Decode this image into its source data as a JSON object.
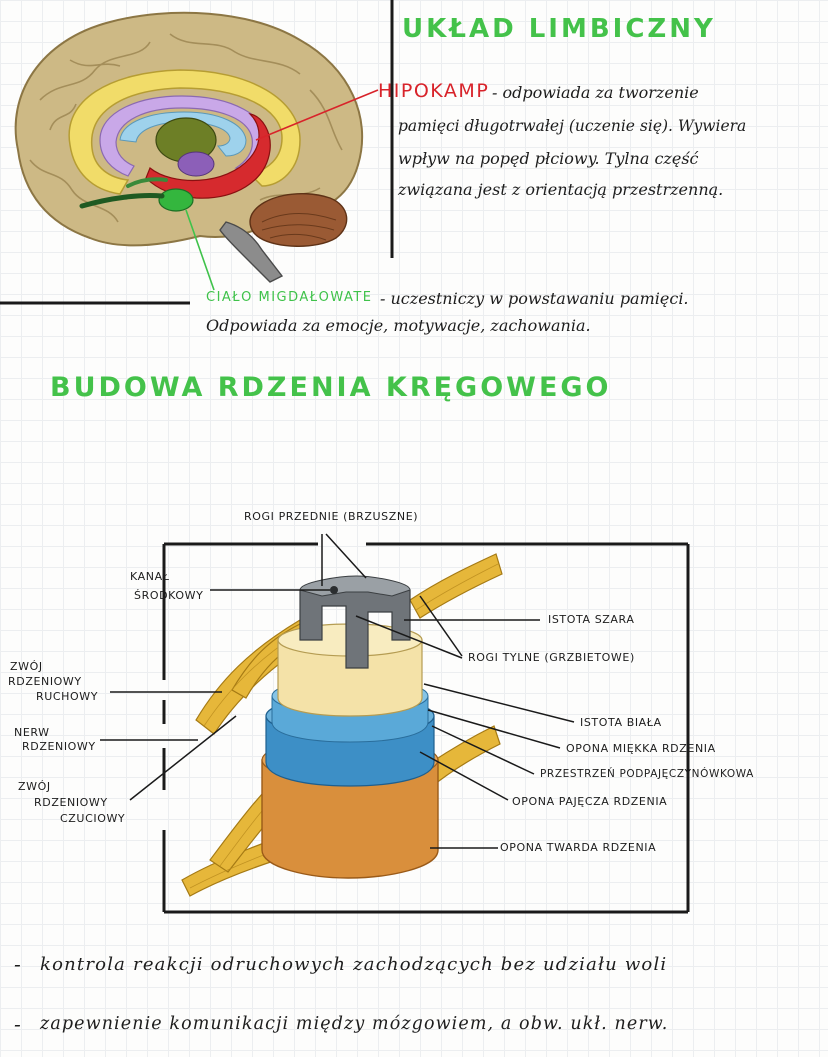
{
  "limbic": {
    "title": "UKŁAD LIMBICZNY",
    "hipokamp_label": "HIPOKAMP",
    "hipokamp_lines": [
      "- odpowiada za tworzenie",
      "pamięci długotrwałej (uczenie się). Wywiera",
      "wpływ na popęd płciowy. Tylna część",
      "związana jest z orientacją przestrzenną."
    ],
    "amygdala_label": "CIAŁO MIGDAŁOWATE",
    "amygdala_lines": [
      "- uczestniczy w powstawaniu pamięci.",
      "Odpowiada za emocje, motywacje, zachowania."
    ]
  },
  "spinal": {
    "title": "BUDOWA RDZENIA KRĘGOWEGO",
    "labels": {
      "anterior_horns": "ROGI PRZEDNIE (BRZUSZNE)",
      "central_canal_1": "KANAŁ",
      "central_canal_2": "ŚRODKOWY",
      "gray_matter": "ISTOTA SZARA",
      "posterior_horns": "ROGI TYLNE (GRZBIETOWE)",
      "motor_ganglion_1": "ZWÓJ",
      "motor_ganglion_2": "RDZENIOWY",
      "motor_ganglion_3": "RUCHOWY",
      "spinal_nerve_1": "NERW",
      "spinal_nerve_2": "RDZENIOWY",
      "sensory_ganglion_1": "ZWÓJ",
      "sensory_ganglion_2": "RDZENIOWY",
      "sensory_ganglion_3": "CZUCIOWY",
      "white_matter": "ISTOTA BIAŁA",
      "pia_mater": "OPONA MIĘKKA RDZENIA",
      "subarachnoid": "PRZESTRZEŃ PODPAJĘCZYNÓWKOWA",
      "arachnoid": "OPONA PAJĘCZA RDZENIA",
      "dura_mater": "OPONA TWARDA RDZENIA"
    },
    "bullets": [
      "kontrola reakcji odruchowych zachodzących bez udziału woli",
      "zapewnienie komunikacji między mózgowiem, a obw. ukł. nerw."
    ]
  },
  "colors": {
    "title_green": "#44c24a",
    "hipokamp_red": "#d8232a",
    "amygdala_green": "#3fc24a",
    "ink": "#1d1d1d"
  }
}
